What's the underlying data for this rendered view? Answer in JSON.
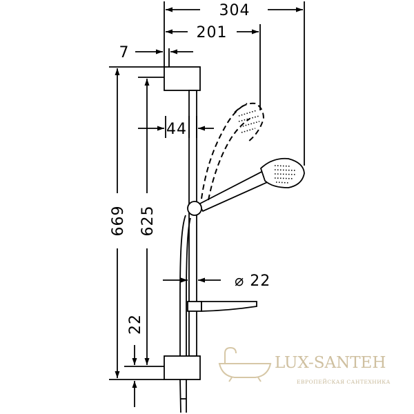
{
  "dimensions": {
    "overall_width": "304",
    "handshower_reach": "201",
    "top_offset": "7",
    "bar_offset": "44",
    "overall_height": "669",
    "bracket_spacing": "625",
    "diameter": "⌀ 22",
    "bottom_offset": "22"
  },
  "watermark": {
    "brand": "LUX-SANTEH",
    "tagline": "ЕВРОПЕЙСКАЯ САНТЕХНИКА"
  }
}
